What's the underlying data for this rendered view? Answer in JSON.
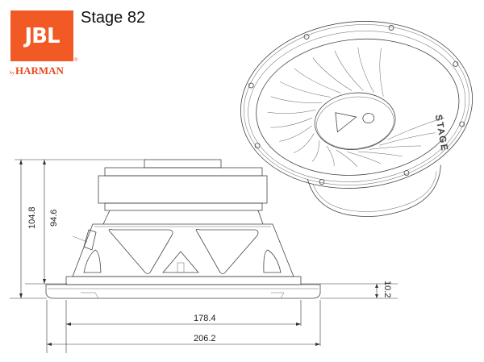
{
  "header": {
    "logo_text": "JBL",
    "logo_by": "by",
    "logo_brand": "HARMAN",
    "logo_registered": "®",
    "title": "Stage 82"
  },
  "drawing": {
    "cone_text": "STAGE",
    "dimensions": {
      "total_height": "104.8",
      "mount_depth": "94.6",
      "flange_height": "10.2",
      "cutout_diameter": "178.4",
      "outer_diameter": "206.2"
    }
  },
  "colors": {
    "brand": "#f15a24"
  }
}
